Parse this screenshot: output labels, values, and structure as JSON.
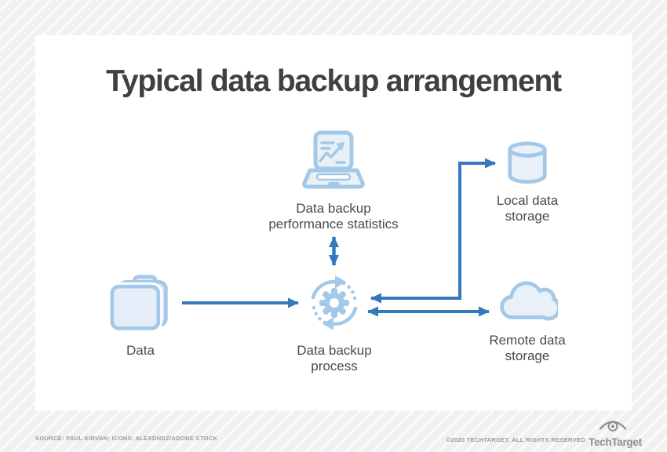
{
  "page": {
    "title": "Typical data backup arrangement"
  },
  "diagram": {
    "nodes": {
      "stats": {
        "icon": "laptop-chart-icon",
        "label_line1": "Data backup",
        "label_line2": "performance statistics"
      },
      "local": {
        "icon": "database-cylinder-icon",
        "label_line1": "Local data",
        "label_line2": "storage"
      },
      "data": {
        "icon": "folder-icon",
        "label": "Data"
      },
      "process": {
        "icon": "gear-sync-icon",
        "label_line1": "Data backup",
        "label_line2": "process"
      },
      "remote": {
        "icon": "cloud-icon",
        "label_line1": "Remote data",
        "label_line2": "storage"
      }
    },
    "edges": [
      {
        "from": "data",
        "to": "process",
        "direction": "one-way",
        "shape": "straight"
      },
      {
        "from": "process",
        "to": "stats",
        "direction": "two-way",
        "shape": "straight"
      },
      {
        "from": "process",
        "to": "local",
        "direction": "two-way",
        "shape": "elbow"
      },
      {
        "from": "process",
        "to": "remote",
        "direction": "two-way",
        "shape": "straight"
      }
    ]
  },
  "footer": {
    "source": "SOURCE: PAUL KIRVAN; ICONS: ALEXDNDZ/ADOBE STOCK",
    "copyright": "©2020 TECHTARGET. ALL RIGHTS RESERVED",
    "brand": "TechTarget"
  },
  "colors": {
    "arrow_blue": "#3478BD",
    "icon_stroke_blue": "#a4c9e8",
    "icon_fill_blue": "#e9f1f8",
    "title_text": "#3f4042",
    "label_text": "#4a4a4c",
    "footer_text": "#9b9b9d",
    "card_background": "#ffffff",
    "page_background": "#f1f1f2"
  }
}
